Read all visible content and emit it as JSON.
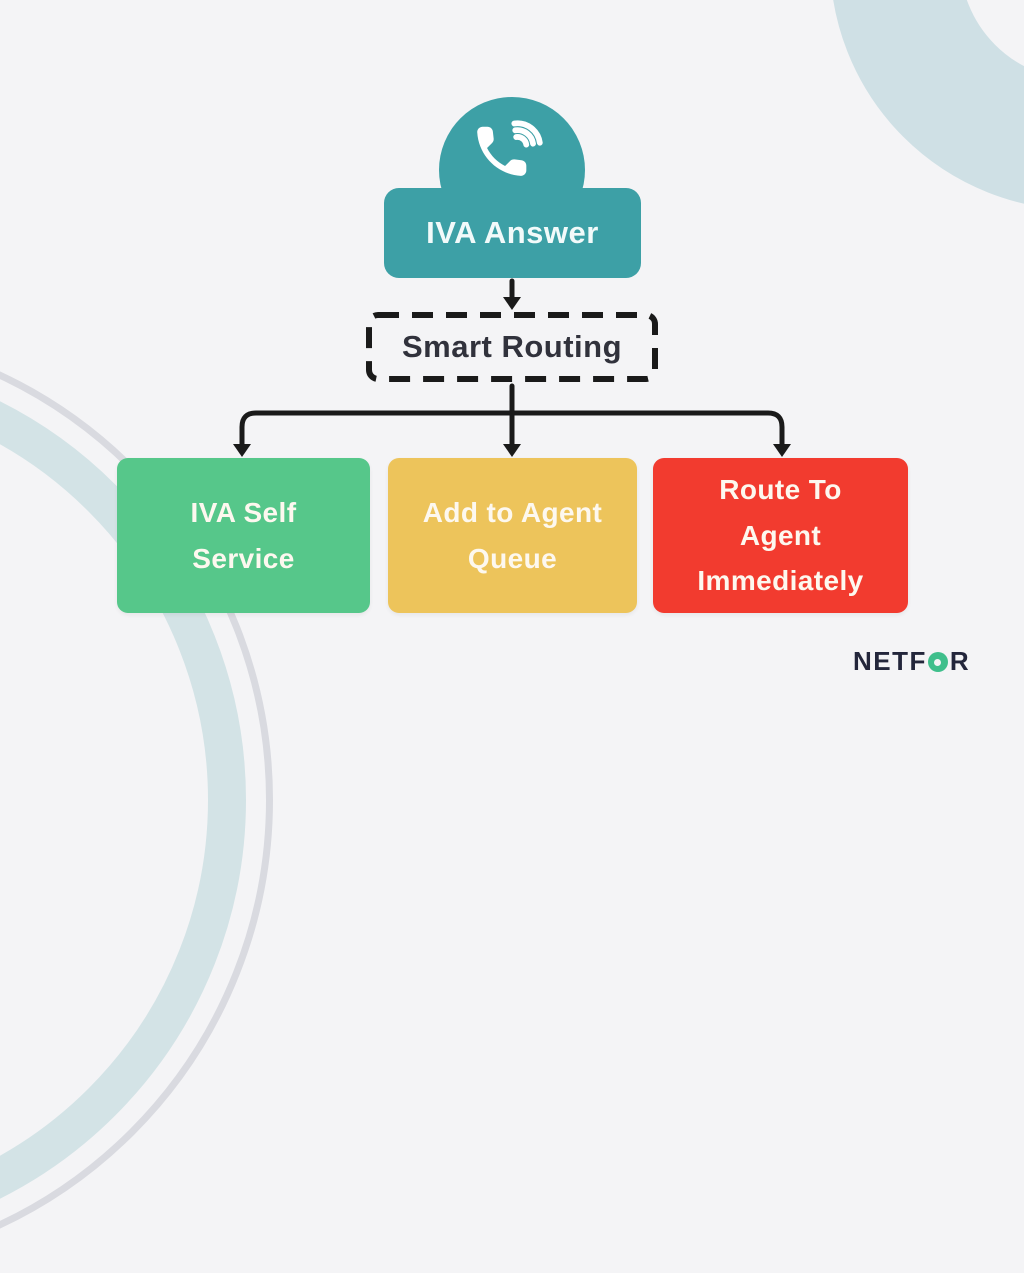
{
  "canvas": {
    "background_color": "#F4F4F6",
    "decor_ring_top_right_color": "#CFE0E5",
    "decor_ring_bottom_left_color": "#D3E3E6",
    "decor_ring_bottom_left_outline_color": "#D9DAE0"
  },
  "diagram": {
    "root": {
      "label": "IVA Answer",
      "icon": "phone-in-talk-icon",
      "color": "#3DA0A6",
      "text_color": "#F2FAFA"
    },
    "router": {
      "label": "Smart Routing",
      "border_color": "#1A1A1A",
      "text_color": "#31323C"
    },
    "branches": [
      {
        "label": "IVA Self Service",
        "color": "#56C78A"
      },
      {
        "label": "Add to Agent Queue",
        "color": "#EDC45B"
      },
      {
        "label": "Route To Agent Immediately",
        "color": "#F23B2F"
      }
    ],
    "connector_color": "#1A1A1A"
  },
  "branding": {
    "logo_text_left": "NETF",
    "logo_text_right": "R",
    "logo_o_icon": "green-donut-o-icon",
    "logo_o_color": "#3FBF8C",
    "logo_text_color": "#23263B"
  }
}
